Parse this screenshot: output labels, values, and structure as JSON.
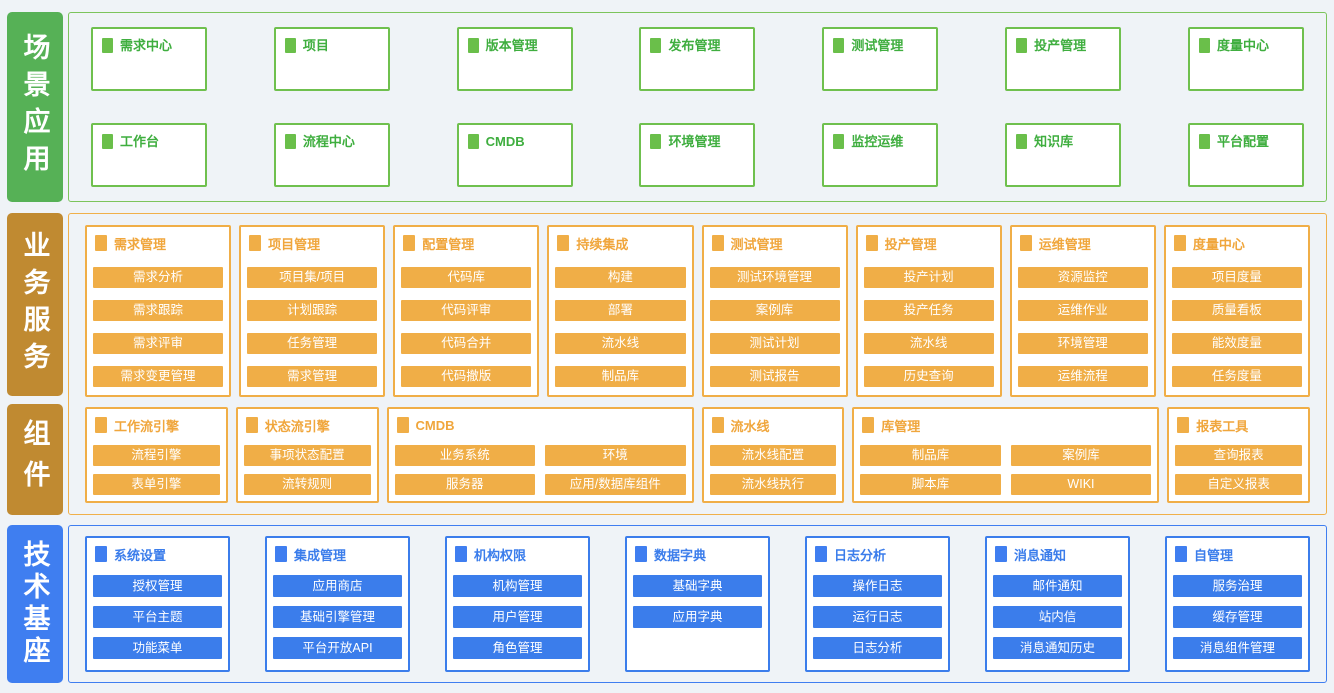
{
  "colors": {
    "page_bg": "#eff3f7",
    "green_label": "#56b156",
    "green_border": "#6fc04e",
    "green_text": "#3fae3f",
    "amber_label": "#c08a31",
    "amber_fill": "#f0ae47",
    "blue_label": "#3f7ef0",
    "blue_fill": "#3b7deb",
    "card_bg": "#ffffff",
    "pill_text": "#ffffff"
  },
  "scene": {
    "label": "场景应用",
    "rows": [
      [
        "需求中心",
        "项目",
        "版本管理",
        "发布管理",
        "测试管理",
        "投产管理",
        "度量中心"
      ],
      [
        "工作台",
        "流程中心",
        "CMDB",
        "环境管理",
        "监控运维",
        "知识库",
        "平台配置"
      ]
    ]
  },
  "business": {
    "label": "业务服务",
    "cards": [
      {
        "title": "需求管理",
        "items": [
          "需求分析",
          "需求跟踪",
          "需求评审",
          "需求变更管理"
        ]
      },
      {
        "title": "项目管理",
        "items": [
          "项目集/项目",
          "计划跟踪",
          "任务管理",
          "需求管理"
        ]
      },
      {
        "title": "配置管理",
        "items": [
          "代码库",
          "代码评审",
          "代码合并",
          "代码撤版"
        ]
      },
      {
        "title": "持续集成",
        "items": [
          "构建",
          "部署",
          "流水线",
          "制品库"
        ]
      },
      {
        "title": "测试管理",
        "items": [
          "测试环境管理",
          "案例库",
          "测试计划",
          "测试报告"
        ]
      },
      {
        "title": "投产管理",
        "items": [
          "投产计划",
          "投产任务",
          "流水线",
          "历史查询"
        ]
      },
      {
        "title": "运维管理",
        "items": [
          "资源监控",
          "运维作业",
          "环境管理",
          "运维流程"
        ]
      },
      {
        "title": "度量中心",
        "items": [
          "项目度量",
          "质量看板",
          "能效度量",
          "任务度量"
        ]
      }
    ]
  },
  "components": {
    "label": "组件",
    "cards": [
      {
        "title": "工作流引擎",
        "items": [
          "流程引擎",
          "表单引擎"
        ],
        "span": 1,
        "cols": 1
      },
      {
        "title": "状态流引擎",
        "items": [
          "事项状态配置",
          "流转规则"
        ],
        "span": 1,
        "cols": 1
      },
      {
        "title": "CMDB",
        "items": [
          "业务系统",
          "环境",
          "服务器",
          "应用/数据库组件"
        ],
        "span": 2,
        "cols": 2
      },
      {
        "title": "流水线",
        "items": [
          "流水线配置",
          "流水线执行"
        ],
        "span": 1,
        "cols": 1
      },
      {
        "title": "库管理",
        "items": [
          "制品库",
          "案例库",
          "脚本库",
          "WIKI"
        ],
        "span": 2,
        "cols": 2
      },
      {
        "title": "报表工具",
        "items": [
          "查询报表",
          "自定义报表"
        ],
        "span": 1,
        "cols": 1
      }
    ]
  },
  "tech": {
    "label": "技术基座",
    "cards": [
      {
        "title": "系统设置",
        "items": [
          "授权管理",
          "平台主题",
          "功能菜单"
        ]
      },
      {
        "title": "集成管理",
        "items": [
          "应用商店",
          "基础引擎管理",
          "平台开放API"
        ]
      },
      {
        "title": "机构权限",
        "items": [
          "机构管理",
          "用户管理",
          "角色管理"
        ]
      },
      {
        "title": "数据字典",
        "items": [
          "基础字典",
          "应用字典"
        ]
      },
      {
        "title": "日志分析",
        "items": [
          "操作日志",
          "运行日志",
          "日志分析"
        ]
      },
      {
        "title": "消息通知",
        "items": [
          "邮件通知",
          "站内信",
          "消息通知历史"
        ]
      },
      {
        "title": "自管理",
        "items": [
          "服务治理",
          "缓存管理",
          "消息组件管理"
        ]
      }
    ]
  }
}
